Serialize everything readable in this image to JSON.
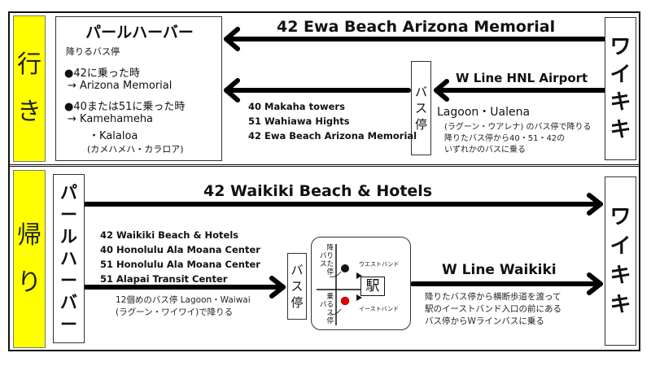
{
  "outbound": {
    "section_label": [
      "行",
      "き"
    ],
    "pearl_harbor_box": {
      "title": "パールハーバー",
      "subtitle": "降りるバス停",
      "item1_heading": "●42に乗った時",
      "item1_value": "→ Arizona Memorial",
      "item2_heading": "●40または51に乗った時",
      "item2_value_line1": "→ Kamehameha",
      "item2_value_line2": "・Kalaloa",
      "item2_value_line3": "(カメハメハ・カラロア)"
    },
    "direct_route_label": "42 Ewa Beach Arizona Memorial",
    "w_line_label": "W Line HNL Airport",
    "bus_stop_label": [
      "バ",
      "ス",
      "停"
    ],
    "transfer_routes": [
      "40 Makaha towers",
      "51 Wahiawa Hights",
      "42 Ewa Beach Arizona Memorial"
    ],
    "transfer_stop_name": "Lagoon・Ualena",
    "transfer_note": [
      "(ラグーン・ウアレナ) のバス停で降りる",
      "降りたバス停から40・51・42の",
      "いずれかのバスに乗る"
    ],
    "waikiki_label": [
      "ワ",
      "イ",
      "キ",
      "キ"
    ]
  },
  "return": {
    "section_label": [
      "帰",
      "り"
    ],
    "pearl_harbor_label": [
      "パ",
      "ー",
      "ル",
      "ハ",
      "ー",
      "バ",
      "ー"
    ],
    "direct_route_label": "42 Waikiki Beach & Hotels",
    "routes": [
      "42 Waikiki Beach & Hotels",
      "40 Honolulu Ala Moana Center",
      "51 Honolulu Ala Moana Center",
      "51 Alapai Transit Center"
    ],
    "alight_note": [
      "12個めのバス停 Lagoon・Waiwai",
      "(ラグーン・ワイワイ)で降りる"
    ],
    "bus_stop_label": [
      "バ",
      "ス",
      "停"
    ],
    "map": {
      "alight_label": [
        "降",
        "バり",
        "スた",
        "停"
      ],
      "board_label": [
        "乗",
        "バる",
        "ス",
        "停"
      ],
      "westbound": "ウエストバンド",
      "eastbound": "イーストバンド",
      "station": "駅",
      "alight_dot_color": "#111111",
      "board_dot_color": "#e00000"
    },
    "w_line_label": "W Line Waikiki",
    "w_line_note": [
      "降りたバス停から横断歩道を渡って",
      "駅のイーストバンド入口の前にある",
      "バス停からWラインバスに乗る"
    ],
    "waikiki_label": [
      "ワ",
      "イ",
      "キ",
      "キ"
    ]
  },
  "colors": {
    "section_label_bg": "#ffff00",
    "line": "#000000"
  }
}
